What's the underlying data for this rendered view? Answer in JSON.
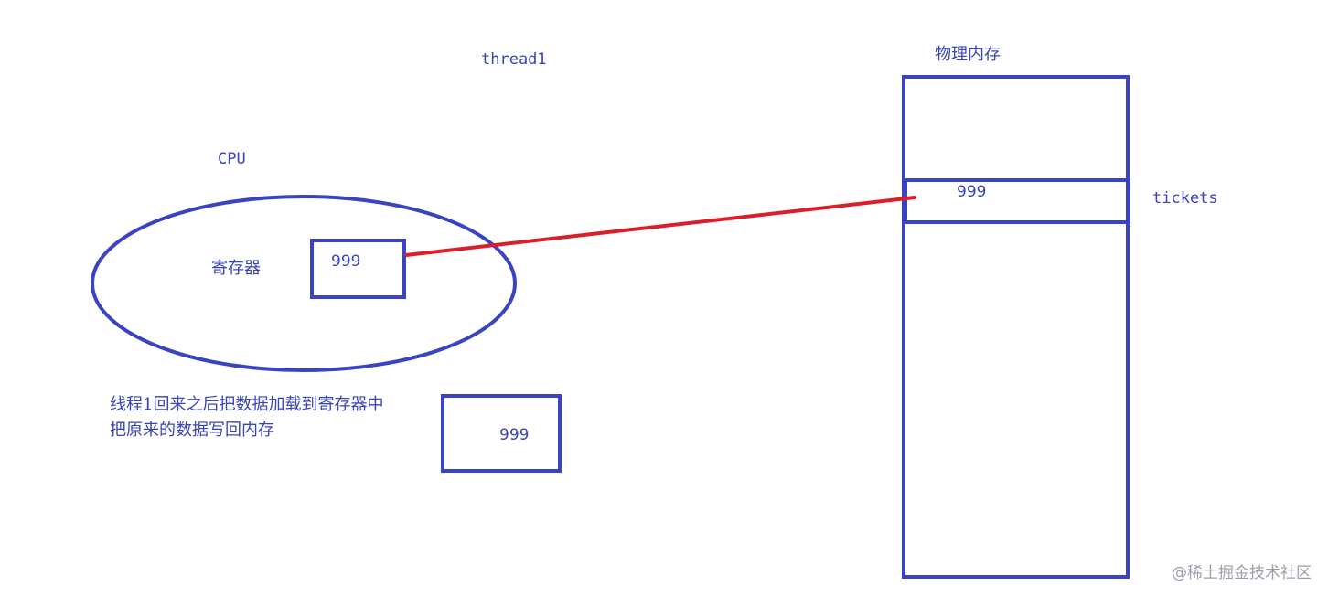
{
  "labels": {
    "thread": "thread1",
    "physical_memory": "物理内存",
    "cpu": "CPU",
    "register": "寄存器",
    "tickets": "tickets"
  },
  "values": {
    "register_value": "999",
    "memory_value": "999",
    "floating_value": "999"
  },
  "note": {
    "line1": "线程1回来之后把数据加载到寄存器中",
    "line2": "把原来的数据写回内存"
  },
  "watermark": "@稀土掘金技术社区",
  "colors": {
    "shape_stroke": "#3a44c0",
    "connector": "#d9202a",
    "text": "#3a44b8"
  }
}
